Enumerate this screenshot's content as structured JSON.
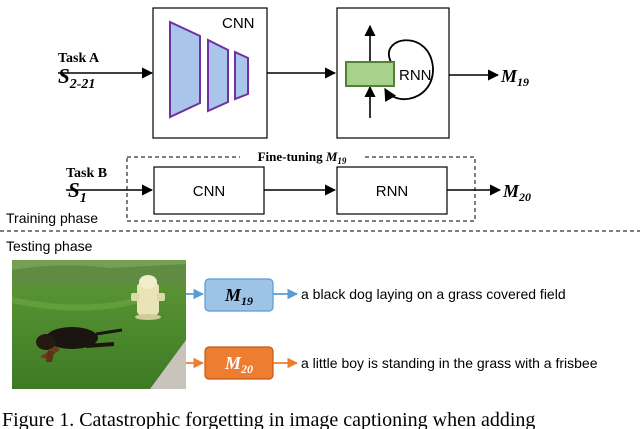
{
  "task_a": {
    "label": "Task A",
    "input_symbol": "S",
    "input_subscript": "2-21",
    "cnn_label": "CNN",
    "rnn_label": "RNN",
    "output_symbol": "M",
    "output_subscript": "19"
  },
  "task_b": {
    "label": "Task B",
    "input_symbol": "S",
    "input_subscript": "1",
    "finetune_text": "Fine-tuning",
    "finetune_symbol": "M",
    "finetune_subscript": "19",
    "cnn_label": "CNN",
    "rnn_label": "RNN",
    "output_symbol": "M",
    "output_subscript": "20"
  },
  "training_phase_label": "Training phase",
  "testing_phase_label": "Testing phase",
  "testing": {
    "model_a": {
      "symbol": "M",
      "subscript": "19",
      "color": "#9dc3e6"
    },
    "model_b": {
      "symbol": "M",
      "subscript": "20",
      "color": "#ed7d31"
    },
    "caption_a": "a black dog laying on a grass covered field",
    "caption_b": "a little boy is standing in the grass with a frisbee"
  },
  "figure_caption": "Figure 1. Catastrophic forgetting in image captioning when adding",
  "colors": {
    "cnn_fill": "#a9c5ea",
    "cnn_stroke": "#7030a0",
    "rnn_fill": "#a9d18e",
    "rnn_stroke": "#548235",
    "arrow_blue": "#5b9bd5",
    "arrow_orange": "#ed7d31"
  }
}
